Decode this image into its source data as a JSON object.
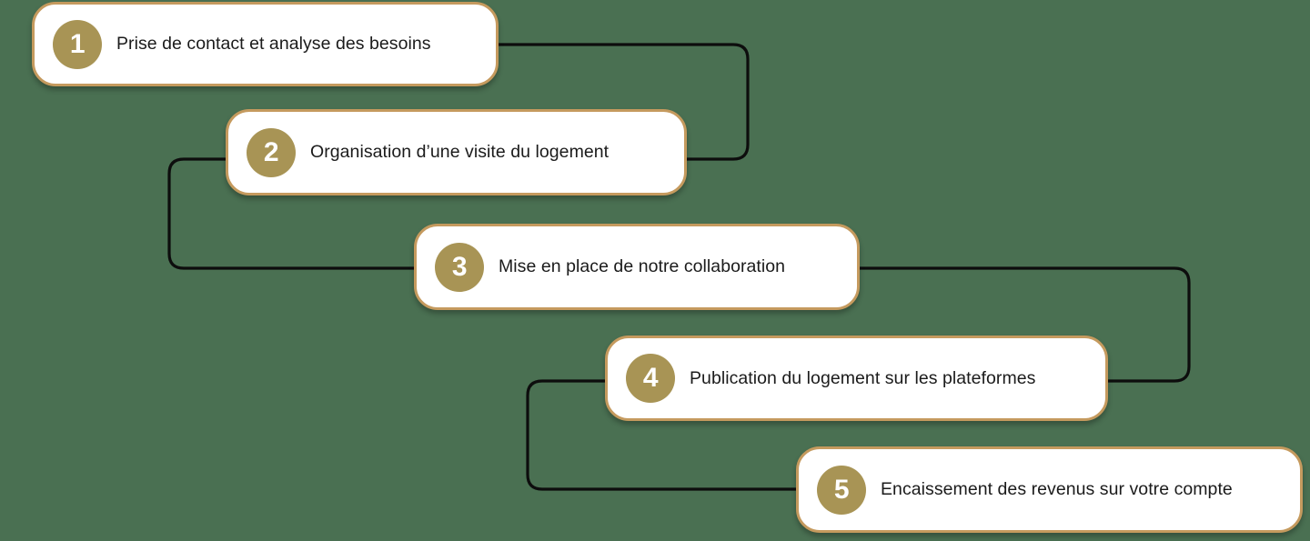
{
  "theme": {
    "background_color": "#4a7052",
    "card_background": "#ffffff",
    "card_border_color": "#c59a5e",
    "badge_color": "#a89455",
    "badge_text_color": "#ffffff",
    "label_text_color": "#1b1b1b",
    "connector_color": "#0d0d0d"
  },
  "diagram": {
    "type": "process-flow-staircase",
    "orientation": "cascading-down-right",
    "step_count": 5,
    "steps": [
      {
        "number": "1",
        "label": "Prise de contact et analyse des besoins"
      },
      {
        "number": "2",
        "label": "Organisation d’une visite du logement"
      },
      {
        "number": "3",
        "label": "Mise en place de notre collaboration"
      },
      {
        "number": "4",
        "label": "Publication du logement sur les plateformes"
      },
      {
        "number": "5",
        "label": "Encaissement des revenus sur votre compte"
      }
    ],
    "connectors": [
      {
        "from": "1",
        "to": "2",
        "route": "right-down-left"
      },
      {
        "from": "2",
        "to": "3",
        "route": "left-down-right"
      },
      {
        "from": "3",
        "to": "4",
        "route": "right-down-left"
      },
      {
        "from": "4",
        "to": "5",
        "route": "left-down-right"
      }
    ]
  }
}
